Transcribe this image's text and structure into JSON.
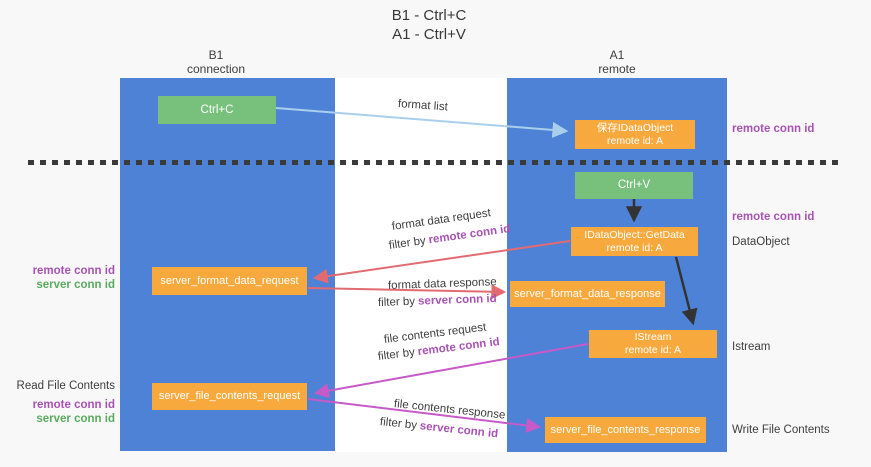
{
  "title": {
    "line1": "B1 - Ctrl+C",
    "line2": "A1 - Ctrl+V"
  },
  "columns": {
    "left": {
      "header_line1": "B1",
      "header_line2": "connection"
    },
    "right": {
      "header_line1": "A1",
      "header_line2": "remote"
    }
  },
  "boxes": {
    "ctrl_c": "Ctrl+C",
    "ctrl_v": "Ctrl+V",
    "save_idataobject_line1": "保存IDataObject",
    "save_idataobject_line2": "remote id: A",
    "getdata_line1": "IDataObject::GetData",
    "getdata_line2": "remote id: A",
    "istream_line1": "IStream",
    "istream_line2": "remote id: A",
    "format_request": "server_format_data_request",
    "format_response": "server_format_data_response",
    "file_request": "server_file_contents_request",
    "file_response": "server_file_contents_response"
  },
  "arrow_labels": {
    "format_list": "format list",
    "format_data_request": "format data request",
    "format_data_response": "format data response",
    "file_contents_request": "file contents request",
    "file_contents_response": "file contents response",
    "filter_by": "filter by"
  },
  "terms": {
    "remote_conn_id": "remote conn id",
    "server_conn_id": "server conn id"
  },
  "side_labels": {
    "data_object": "DataObject",
    "istream": "Istream",
    "read_file_contents": "Read File Contents",
    "write_file_contents": "Write File Contents"
  },
  "colors": {
    "lane_blue": "#4d82d7",
    "box_orange": "#f8a93d",
    "box_green": "#77c17c",
    "arrow_red": "#e26b72",
    "arrow_magenta": "#c75ac9",
    "arrow_lightblue": "#a9cfec",
    "arrow_black": "#333333",
    "label_purple": "#a853b4",
    "label_green": "#5aaa5f"
  }
}
